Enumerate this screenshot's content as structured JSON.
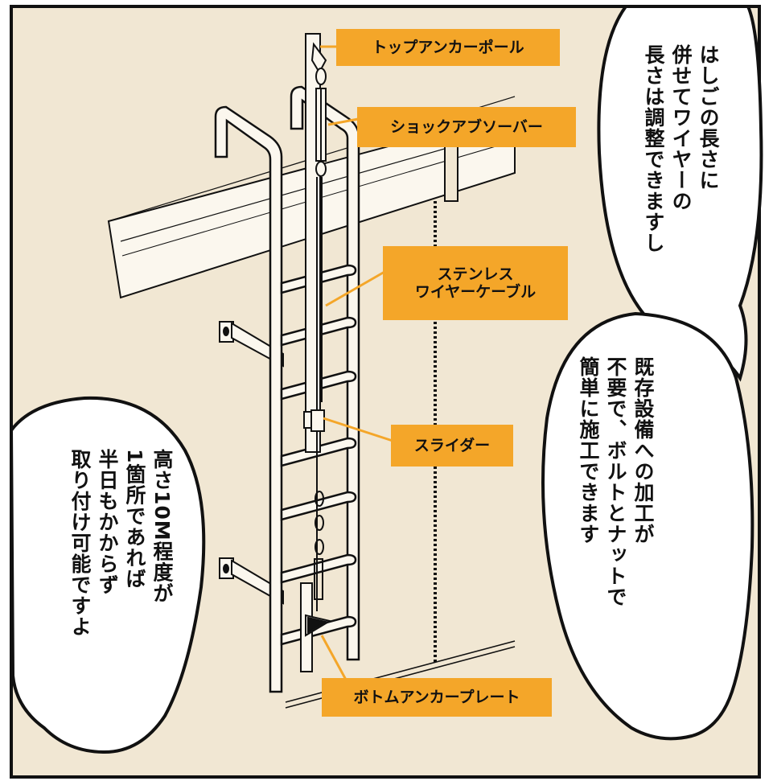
{
  "labels": {
    "top_anchor_pole": "トップアンカーポール",
    "shock_absorber": "ショックアブソーバー",
    "wire_line1": "ステンレス",
    "wire_line2": "ワイヤーケーブル",
    "slider": "スライダー",
    "bottom_anchor_plate": "ボトムアンカープレート"
  },
  "bubbles": {
    "top_right": [
      "はしごの長さに",
      "併せてワイヤーの",
      "長さは調整できますし"
    ],
    "middle_right": [
      "既存設備への加工が",
      "不要で、ボルトとナットで",
      "簡単に施工できます"
    ],
    "left": [
      "高さ10M程度が",
      "1箇所であれば",
      "半日もかからず",
      "取り付け可能ですよ"
    ]
  },
  "colors": {
    "label_fill": "#f4a629",
    "panel_background": "#f1e7d3",
    "ink": "#111111"
  }
}
